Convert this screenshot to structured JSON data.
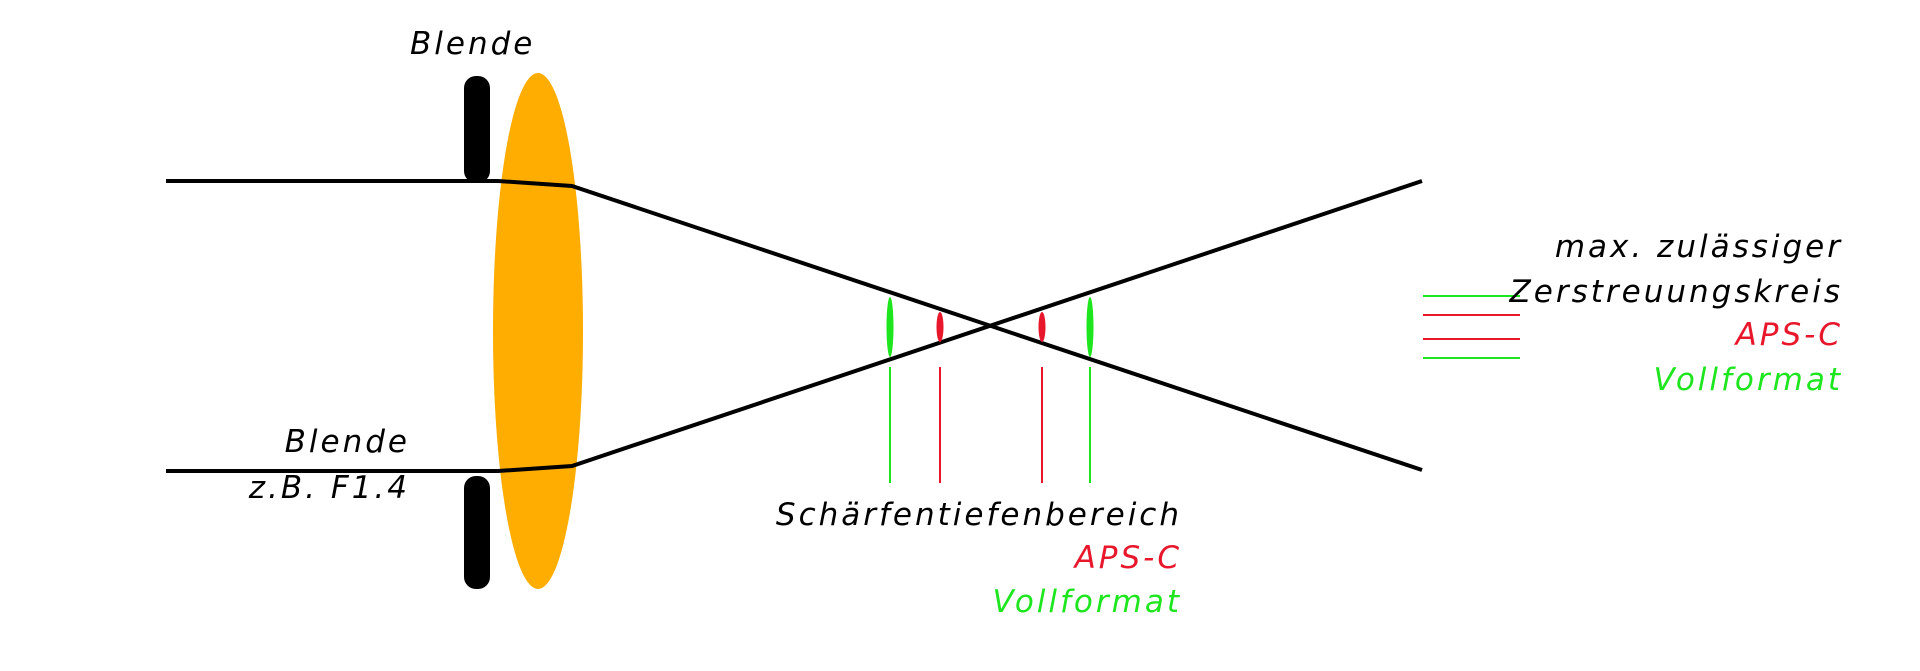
{
  "diagram": {
    "aperture_top_label": "Blende",
    "aperture_bottom_label": "Blende",
    "aperture_value_label": "z.B. F1.4",
    "dof": {
      "title": "Schärfentiefenbereich",
      "aps_c": "APS-C",
      "full_frame": "Vollformat"
    },
    "legend": {
      "line1": "max. zulässiger",
      "line2": "Zerstreuungskreis",
      "aps_c": "APS-C",
      "full_frame": "Vollformat"
    },
    "colors": {
      "lens": "#ffad00",
      "aperture": "#000000",
      "ray": "#000000",
      "aps_c": "#e8172b",
      "full_frame": "#1ee61e"
    }
  }
}
